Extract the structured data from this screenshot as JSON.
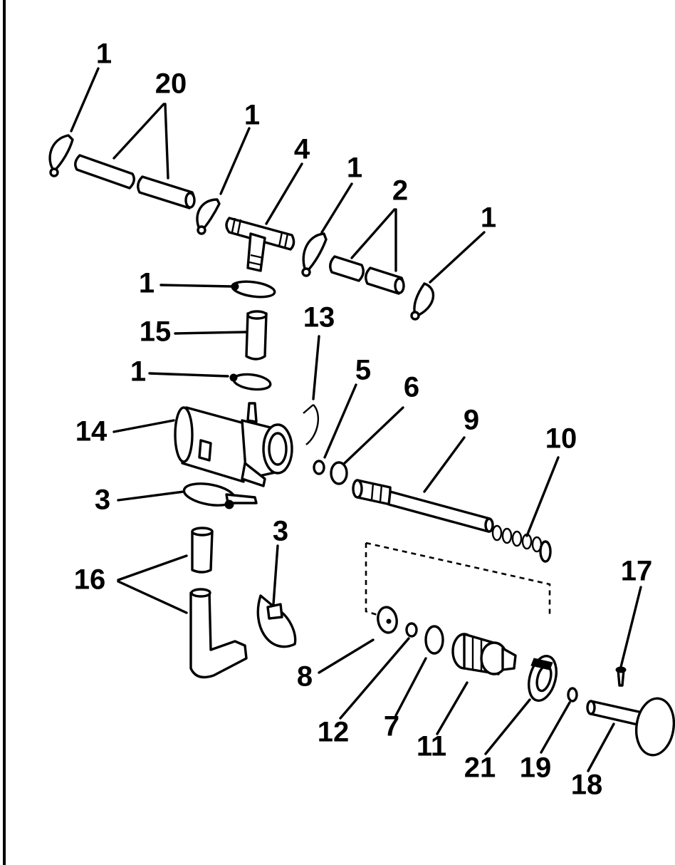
{
  "diagram": {
    "labels": {
      "c1a": "1",
      "c1b": "1",
      "c1c": "1",
      "c1d": "1",
      "c1e": "1",
      "c1f": "1",
      "n20": "20",
      "n4": "4",
      "n2": "2",
      "n13": "13",
      "n15": "15",
      "n5": "5",
      "n6": "6",
      "n9": "9",
      "n10": "10",
      "n14": "14",
      "n3a": "3",
      "n3b": "3",
      "n16": "16",
      "n17": "17",
      "n8": "8",
      "n12": "12",
      "n7": "7",
      "n11": "11",
      "n21": "21",
      "n19": "19",
      "n18": "18"
    }
  }
}
